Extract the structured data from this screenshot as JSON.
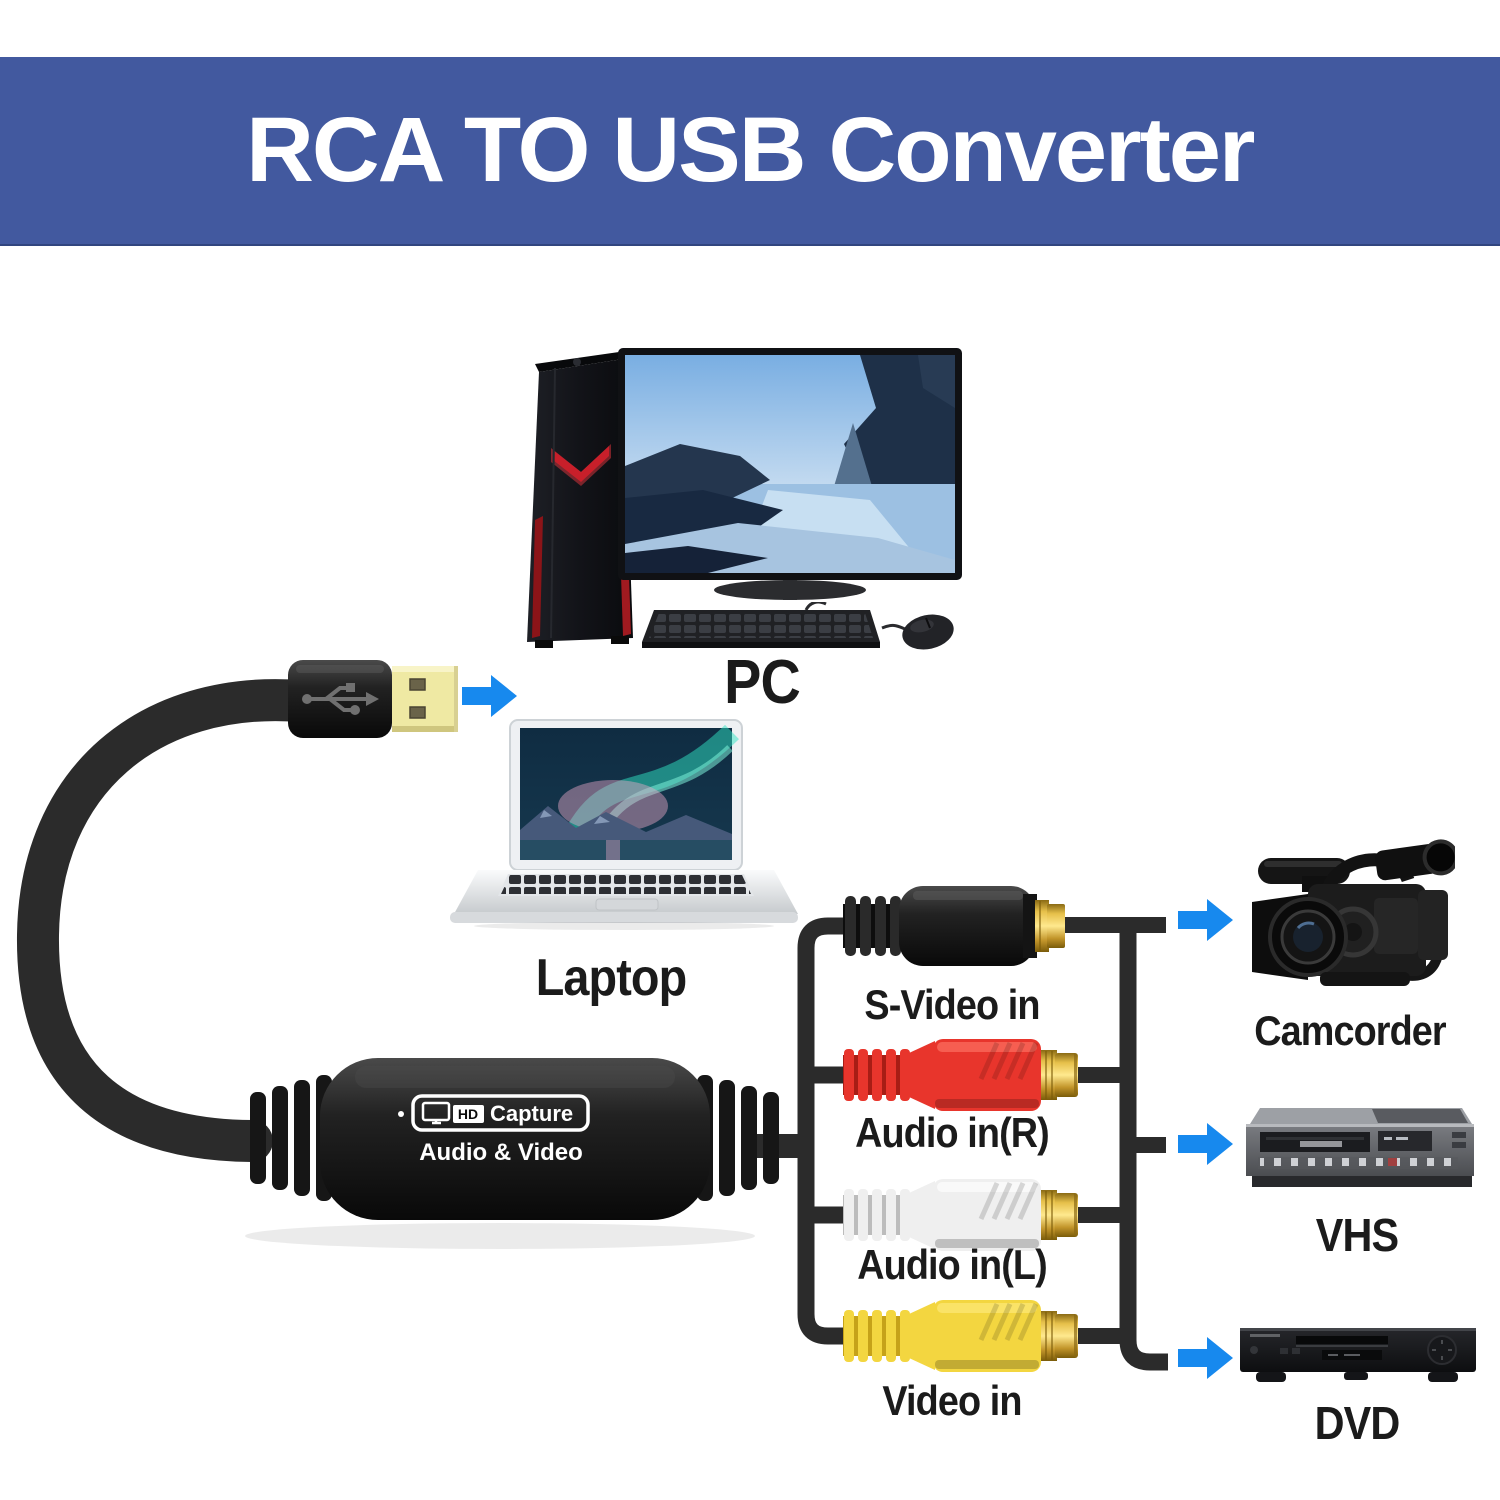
{
  "banner": {
    "title": "RCA TO USB Converter",
    "bg_color": "#42599f",
    "text_color": "#ffffff"
  },
  "labels": {
    "pc": "PC",
    "laptop": "Laptop",
    "camcorder": "Camcorder",
    "vhs": "VHS",
    "dvd": "DVD"
  },
  "capture_device": {
    "hd_badge": "HD",
    "capture_label": "Capture",
    "subtitle": "Audio & Video"
  },
  "connectors": [
    {
      "label": "S-Video in",
      "type": "s-video",
      "color_name": "black",
      "color": "#1d1d1d"
    },
    {
      "label": "Audio in(R)",
      "type": "rca",
      "color_name": "red",
      "color": "#e8352c"
    },
    {
      "label": "Audio in(L)",
      "type": "rca",
      "color_name": "white",
      "color": "#f1f1f1"
    },
    {
      "label": "Video in",
      "type": "rca",
      "color_name": "yellow",
      "color": "#f3d640"
    }
  ],
  "colors": {
    "arrow_blue": "#1789ee",
    "wire_black": "#2b2b2b",
    "gold_plating": "#d9a530",
    "usb_plug_yellow": "#efe9a3"
  },
  "icons": {
    "usb_trident_icon": "⑂",
    "hd_monitor_icon": "🖵",
    "flow_arrow_icon": "➡"
  }
}
